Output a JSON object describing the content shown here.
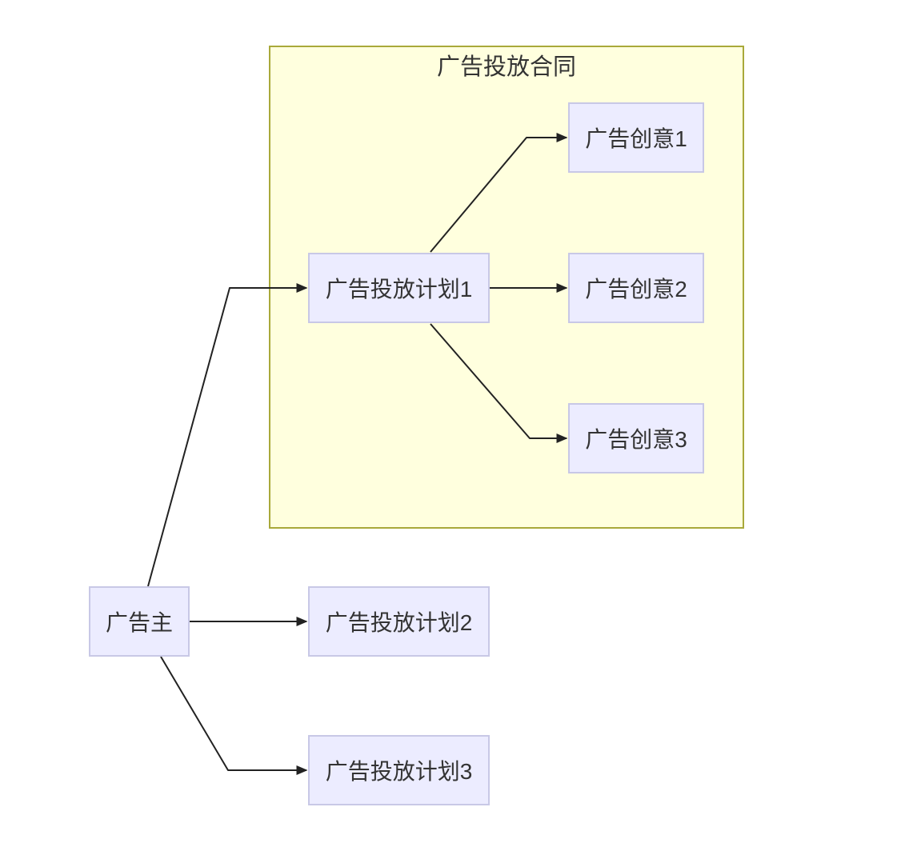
{
  "diagram": {
    "type": "flowchart",
    "cluster": {
      "title": "广告投放合同"
    },
    "nodes": {
      "advertiser": {
        "label": "广告主"
      },
      "plan1": {
        "label": "广告投放计划1"
      },
      "plan2": {
        "label": "广告投放计划2"
      },
      "plan3": {
        "label": "广告投放计划3"
      },
      "creative1": {
        "label": "广告创意1"
      },
      "creative2": {
        "label": "广告创意2"
      },
      "creative3": {
        "label": "广告创意3"
      }
    },
    "edges": [
      {
        "from": "广告主",
        "to": "广告投放计划1"
      },
      {
        "from": "广告主",
        "to": "广告投放计划2"
      },
      {
        "from": "广告主",
        "to": "广告投放计划3"
      },
      {
        "from": "广告投放计划1",
        "to": "广告创意1"
      },
      {
        "from": "广告投放计划1",
        "to": "广告创意2"
      },
      {
        "from": "广告投放计划1",
        "to": "广告创意3"
      }
    ],
    "colors": {
      "background": "#ffffff",
      "cluster_fill": "#ffffde",
      "cluster_border": "#a9a93a",
      "node_fill": "#ececff",
      "node_border": "#c8c8e6",
      "edge_stroke": "#222222",
      "text": "#333333"
    }
  }
}
